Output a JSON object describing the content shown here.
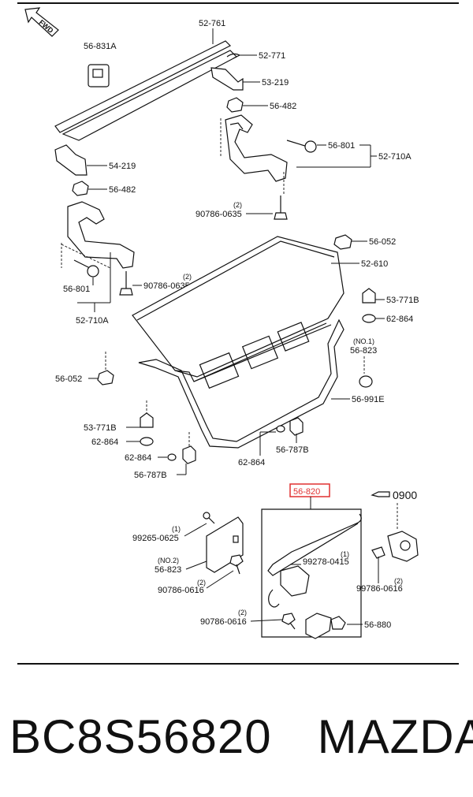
{
  "fwd_label": "FWD",
  "header_ref": "0900",
  "highlight_color": "#e03030",
  "callouts": {
    "c52761": "52-761",
    "c56831A": "56-831A",
    "c52771": "52-771",
    "c53219": "53-219",
    "c56482a": "56-482",
    "c56801a": "56-801",
    "c52710Aa": "52-710A",
    "c54219": "54-219",
    "c56482b": "56-482",
    "c90786_0635a_qty": "(2)",
    "c90786_0635a": "90786-0635",
    "c56052a": "56-052",
    "c52610": "52-610",
    "c90786_0635b_qty": "(2)",
    "c90786_0635b": "90786-0635",
    "c56801b": "56-801",
    "c53771Ba": "53-771B",
    "c62864a": "62-864",
    "c52710Ab": "52-710A",
    "c56823a_no": "(NO.1)",
    "c56823a": "56-823",
    "c56052b": "56-052",
    "c56991E": "56-991E",
    "c53771Bb": "53-771B",
    "c62864b": "62-864",
    "c56787Ba": "56-787B",
    "c62864c": "62-864",
    "c62864d": "62-864",
    "c56787Bb": "56-787B",
    "c56820": "56-820",
    "c99265_qty": "(1)",
    "c99265": "99265-0625",
    "c56823b_no": "(NO.2)",
    "c56823b": "56-823",
    "c99278_qty": "(1)",
    "c99278": "99278-0415",
    "c90786_0616a_qty": "(2)",
    "c90786_0616a": "90786-0616",
    "c99786_qty": "(2)",
    "c99786": "99786-0616",
    "c90786_0616b_qty": "(2)",
    "c90786_0616b": "90786-0616",
    "c56880": "56-880"
  },
  "caption": {
    "part_number": "BC8S56820",
    "brand": "MAZDA"
  }
}
